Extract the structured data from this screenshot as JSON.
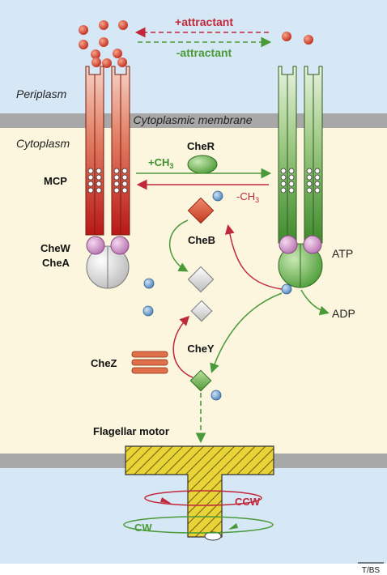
{
  "labels": {
    "periplasm": "Periplasm",
    "membrane": "Cytoplasmic membrane",
    "cytoplasm": "Cytoplasm",
    "plus_attractant": "+attractant",
    "minus_attractant": "-attractant",
    "cher": "CheR",
    "plus_ch3": "+CH",
    "plus_ch3_sub": "3",
    "minus_ch3": "-CH",
    "minus_ch3_sub": "3",
    "mcp": "MCP",
    "cheb": "CheB",
    "chew": "CheW",
    "chea": "CheA",
    "atp": "ATP",
    "adp": "ADP",
    "chey": "CheY",
    "chez": "CheZ",
    "flagellar_motor": "Flagellar motor",
    "ccw": "CCW",
    "cw": "CW",
    "credit": "T/BS"
  },
  "colors": {
    "periplasm_bg": "#d6e8f5",
    "cytoplasm_bg": "#fbf6dd",
    "membrane": "#a8a8a8",
    "red_receptor": "#c8321e",
    "green_receptor": "#4e9a3a",
    "red_arrow": "#c0283c",
    "green_arrow": "#4a9a3a",
    "motor": "#e6d23c",
    "phosphate": "#5b8fc4",
    "attractant": "#d0442c"
  }
}
